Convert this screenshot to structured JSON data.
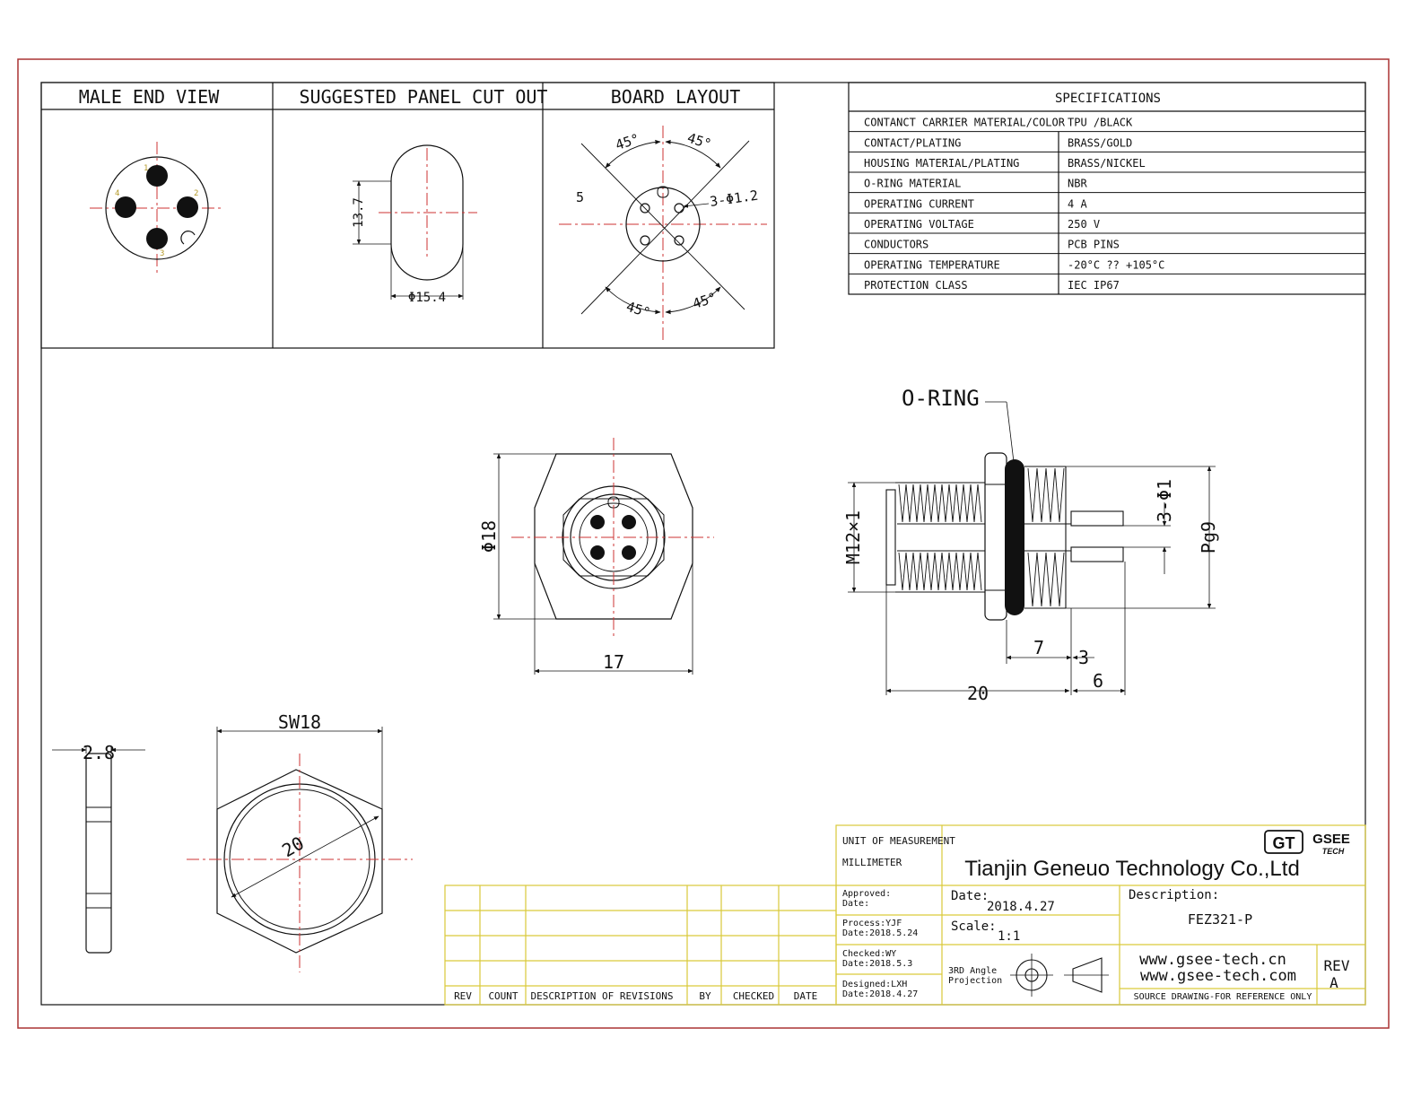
{
  "headers": {
    "male_end_view": "MALE END VIEW",
    "panel_cut_out": "SUGGESTED PANEL CUT OUT",
    "board_layout": "BOARD  LAYOUT",
    "specifications": "SPECIFICATIONS"
  },
  "specifications": [
    {
      "label": "CONTANCT CARRIER MATERIAL/COLOR",
      "value": "TPU /BLACK"
    },
    {
      "label": "CONTACT/PLATING",
      "value": "BRASS/GOLD"
    },
    {
      "label": "HOUSING MATERIAL/PLATING",
      "value": "BRASS/NICKEL"
    },
    {
      "label": "O-RING  MATERIAL",
      "value": "NBR"
    },
    {
      "label": "OPERATING CURRENT",
      "value": "4 A"
    },
    {
      "label": "OPERATING VOLTAGE",
      "value": "250 V"
    },
    {
      "label": "CONDUCTORS",
      "value": "PCB PINS"
    },
    {
      "label": "OPERATING TEMPERATURE",
      "value": "-20°C ?? +105°C"
    },
    {
      "label": "PROTECTION CLASS",
      "value": "IEC   IP67"
    }
  ],
  "male_view_pins": [
    "1",
    "2",
    "3",
    "4"
  ],
  "dimensions": {
    "cutout_height": "13.7",
    "cutout_diameter": "Φ15.4",
    "angle": "45°",
    "board_hole": "3-Φ1.2",
    "board_pin_label": "5",
    "front_diameter": "Φ18",
    "front_width": "17",
    "o_ring": "O-RING",
    "thread": "M12×1",
    "pins": "3-Φ1",
    "pg": "Pg9",
    "len_7": "7",
    "len_3": "3",
    "len_20": "20",
    "len_6": "6",
    "nut_thickness": "2.8",
    "nut_sw": "SW18",
    "nut_diameter": "20"
  },
  "revision_table": {
    "headers": [
      "REV",
      "COUNT",
      "DESCRIPTION  OF  REVISIONS",
      "BY",
      "CHECKED",
      "DATE"
    ]
  },
  "title_block": {
    "unit_label": "UNIT OF MEASUREMENT",
    "unit_value": "MILLIMETER",
    "company": "Tianjin Geneuo Technology Co.,Ltd",
    "logo_mark": "GT",
    "logo_name": "GSEE",
    "logo_sub": "TECH",
    "approved_label": "Approved:",
    "approved_date": "Date:",
    "process_label": "Process:YJF",
    "process_date": "Date:2018.5.24",
    "checked_label": "Checked:WY",
    "checked_date": "Date:2018.5.3",
    "designed_label": "Designed:LXH",
    "designed_date": "Date:2018.4.27",
    "date_label": "Date:",
    "date_value": "2018.4.27",
    "scale_label": "Scale:",
    "scale_value": "1:1",
    "projection_1": "3RD Angle",
    "projection_2": "Projection",
    "description_label": "Description:",
    "description_value": "FEZ321-P",
    "website_1": "www.gsee-tech.cn",
    "website_2": "www.gsee-tech.com",
    "rev_label": "REV",
    "rev_value": "A",
    "source_note": "SOURCE DRAWING-FOR REFERENCE ONLY"
  }
}
